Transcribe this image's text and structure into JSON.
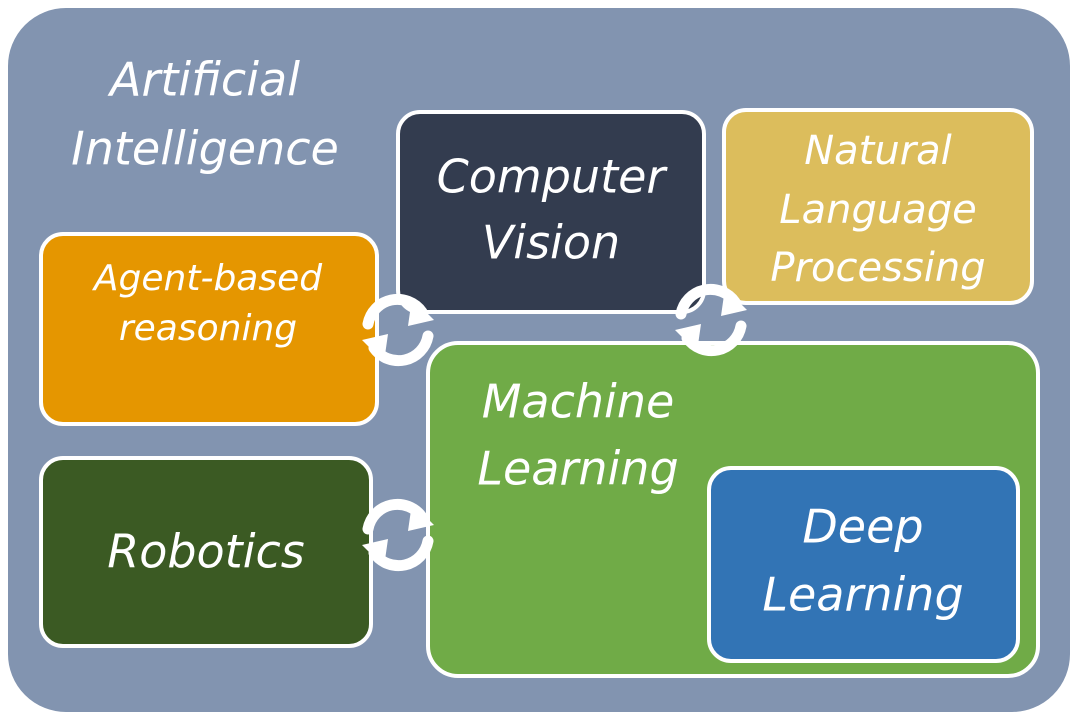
{
  "diagram": {
    "outer_label": [
      "Artificial",
      "Intelligence"
    ],
    "boxes": {
      "computer_vision": {
        "lines": [
          "Computer",
          "Vision"
        ],
        "color": "#333c4f"
      },
      "nlp": {
        "lines": [
          "Natural",
          "Language",
          "Processing"
        ],
        "color": "#dcbd5c"
      },
      "agent": {
        "lines": [
          "Agent-based",
          "reasoning"
        ],
        "color": "#e59600"
      },
      "robotics": {
        "lines": [
          "Robotics"
        ],
        "color": "#3b5a23"
      },
      "ml": {
        "lines": [
          "Machine",
          "Learning"
        ],
        "color": "#70ab47"
      },
      "dl": {
        "lines": [
          "Deep",
          "Learning"
        ],
        "color": "#3274b5"
      }
    },
    "background_color": "#8294b0",
    "icons": [
      "cycle-arrows-icon",
      "cycle-arrows-icon",
      "cycle-arrows-icon"
    ]
  }
}
